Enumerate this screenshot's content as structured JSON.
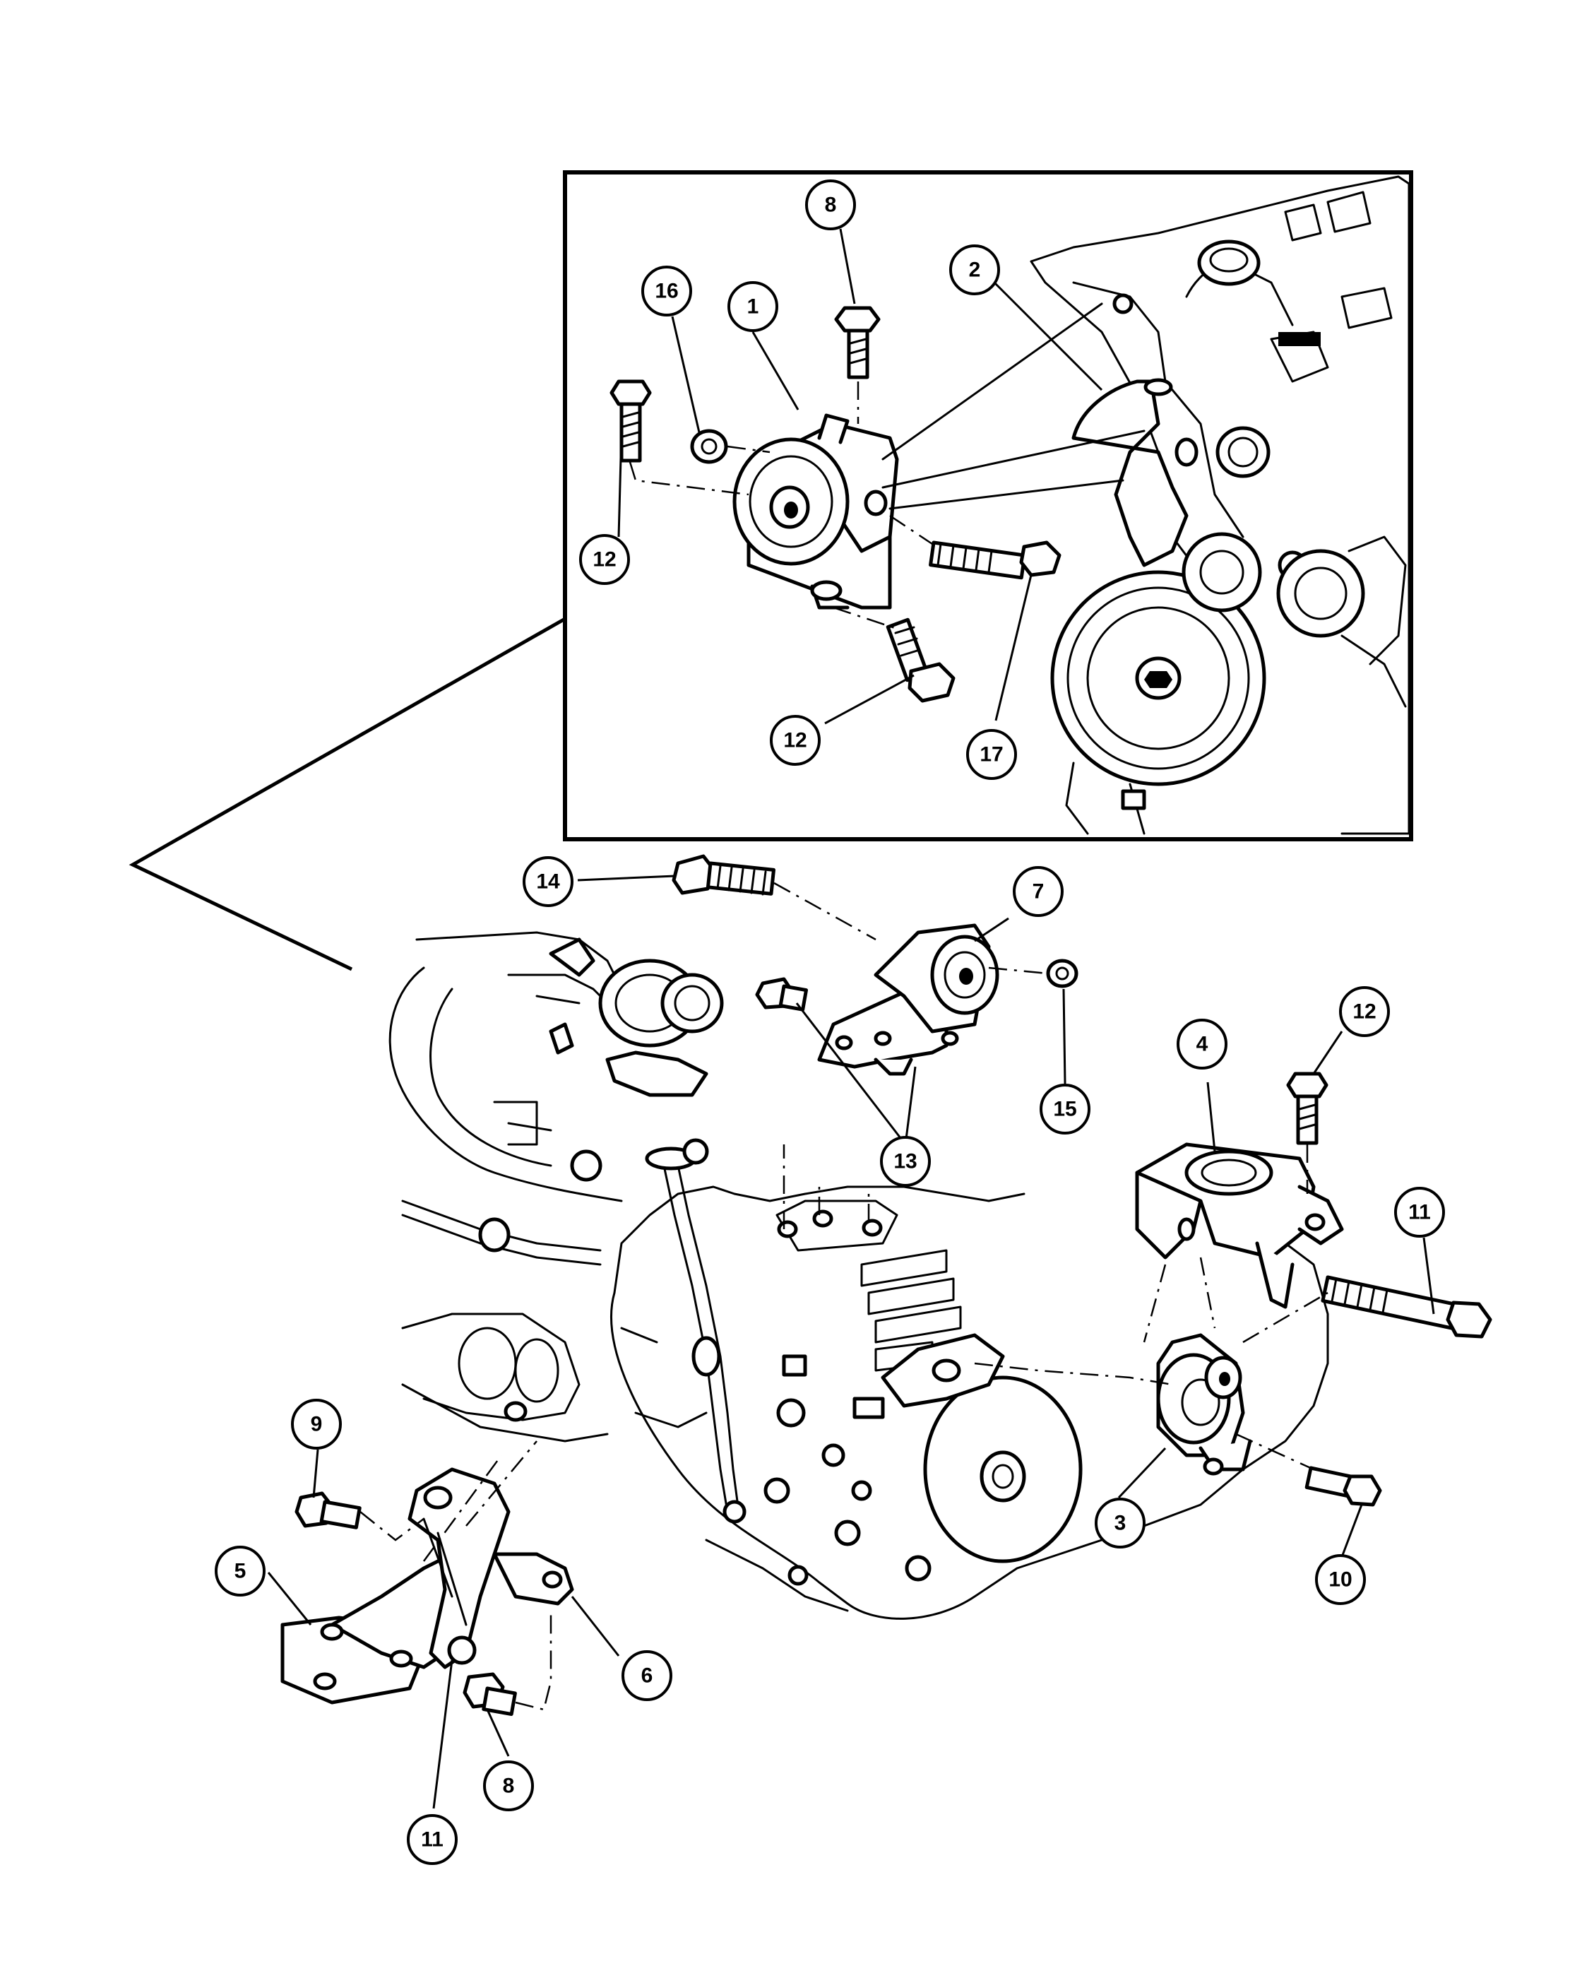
{
  "diagram": {
    "callouts": [
      {
        "id": "c8-top",
        "label": "8"
      },
      {
        "id": "c16",
        "label": "16"
      },
      {
        "id": "c1",
        "label": "1"
      },
      {
        "id": "c2",
        "label": "2"
      },
      {
        "id": "c12-left",
        "label": "12"
      },
      {
        "id": "c12-inset-bottom",
        "label": "12"
      },
      {
        "id": "c17",
        "label": "17"
      },
      {
        "id": "c14",
        "label": "14"
      },
      {
        "id": "c7",
        "label": "7"
      },
      {
        "id": "c15",
        "label": "15"
      },
      {
        "id": "c13",
        "label": "13"
      },
      {
        "id": "c12-right",
        "label": "12"
      },
      {
        "id": "c4",
        "label": "4"
      },
      {
        "id": "c11-right",
        "label": "11"
      },
      {
        "id": "c3",
        "label": "3"
      },
      {
        "id": "c10",
        "label": "10"
      },
      {
        "id": "c9",
        "label": "9"
      },
      {
        "id": "c5",
        "label": "5"
      },
      {
        "id": "c6",
        "label": "6"
      },
      {
        "id": "c8-bottom",
        "label": "8"
      },
      {
        "id": "c11-bottom",
        "label": "11"
      }
    ]
  }
}
